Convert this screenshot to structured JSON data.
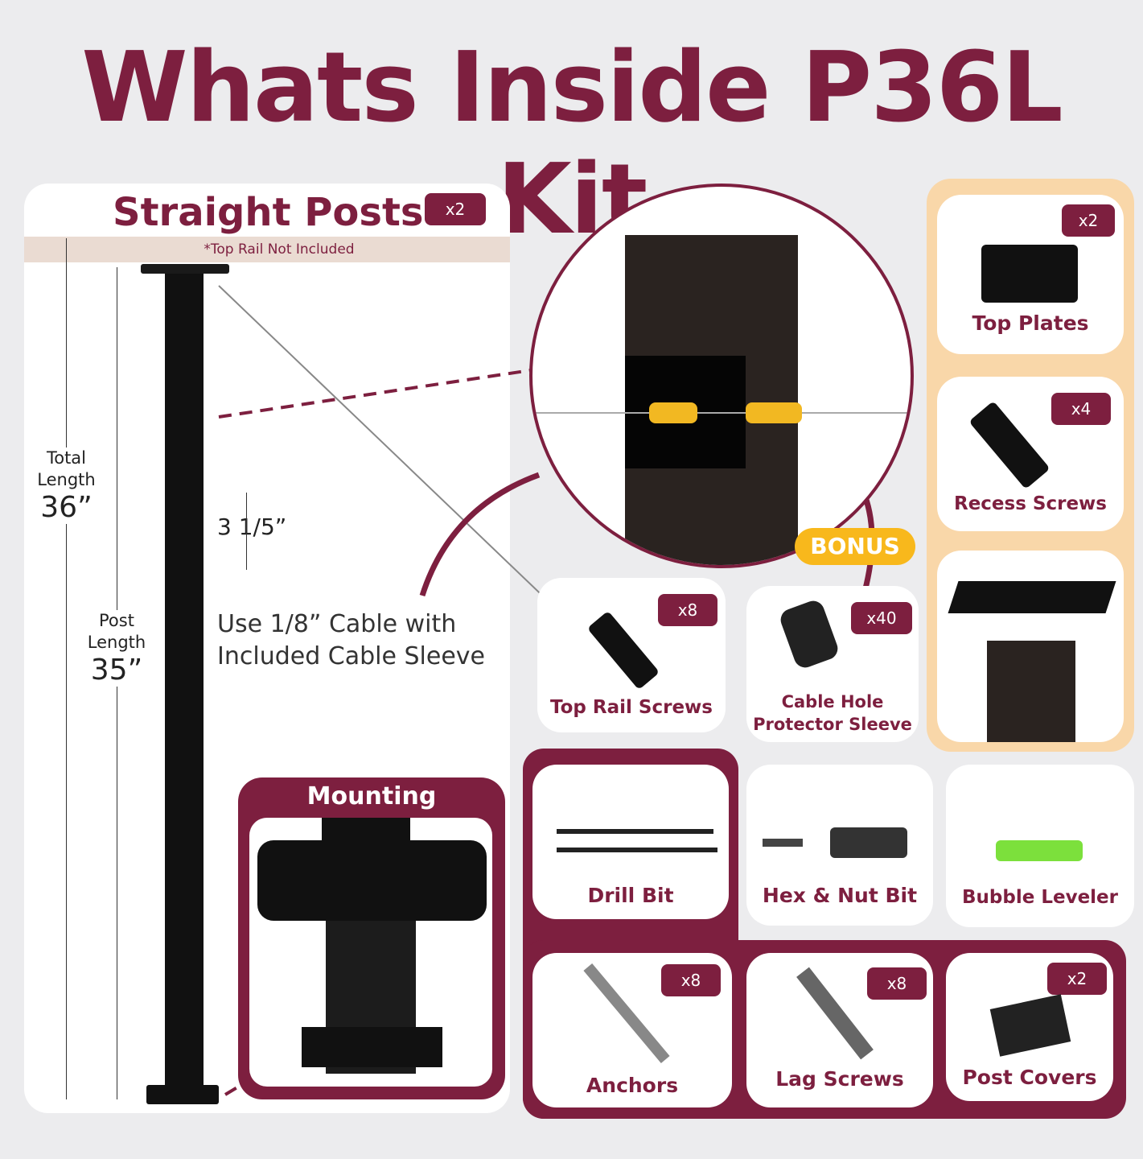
{
  "title": "Whats Inside P36L Kit",
  "posts": {
    "title": "Straight Posts",
    "qty": "x2",
    "note": "*Top Rail Not Included",
    "total_label": "Total\nLength",
    "total_value": "36”",
    "post_label": "Post\nLength",
    "post_value": "35”",
    "gap_value": "3 1/5”",
    "cable_note": "Use 1/8” Cable with\nIncluded Cable Sleeve"
  },
  "mounting": {
    "title": "Mounting"
  },
  "bonus": "BONUS",
  "items": {
    "top_plates": {
      "label": "Top Plates",
      "qty": "x2"
    },
    "recess_screws": {
      "label": "Recess Screws",
      "qty": "x4"
    },
    "top_rail_screws": {
      "label": "Top Rail Screws",
      "qty": "x8"
    },
    "sleeve": {
      "label": "Cable Hole\nProtector Sleeve",
      "qty": "x40"
    },
    "drill_bit": {
      "label": "Drill Bit"
    },
    "hex_bit": {
      "label": "Hex & Nut Bit"
    },
    "bubble": {
      "label": "Bubble Leveler"
    },
    "anchors": {
      "label": "Anchors",
      "qty": "x8"
    },
    "lag_screws": {
      "label": "Lag Screws",
      "qty": "x8"
    },
    "post_covers": {
      "label": "Post Covers",
      "qty": "x2"
    }
  },
  "colors": {
    "maroon": "#7d1f3f",
    "peach": "#f9d7a9",
    "bonus": "#f8b81c"
  }
}
